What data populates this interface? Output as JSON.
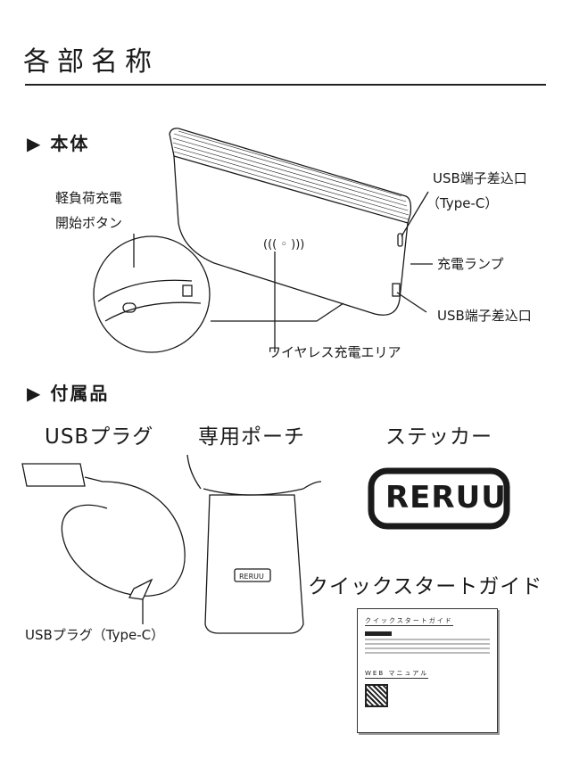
{
  "page_title": "各部名称",
  "main_unit": {
    "heading": "本体",
    "labels": {
      "button_line1": "軽負荷充電",
      "button_line2": "開始ボタン",
      "usbc_line1": "USB端子差込口",
      "usbc_line2": "（Type-C）",
      "lamp": "充電ランプ",
      "usb": "USB端子差込口",
      "wireless": "ワイヤレス充電エリア"
    }
  },
  "accessories": {
    "heading": "付属品",
    "usb_plug": "USBプラグ",
    "usb_plug_typec": "USBプラグ（Type-C）",
    "pouch": "専用ポーチ",
    "pouch_logo": "RERUU",
    "sticker": "ステッカー",
    "sticker_logo": "RERUU",
    "guide": "クイックスタートガイド",
    "guide_sheet": {
      "title": "クイックスタートガイド",
      "web_manual": "WEB マニュアル"
    }
  }
}
